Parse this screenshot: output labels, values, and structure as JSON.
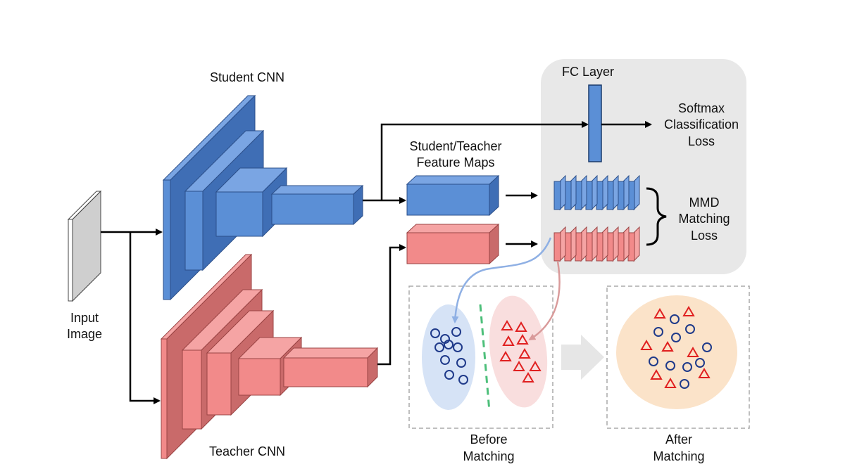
{
  "labels": {
    "student_cnn": "Student CNN",
    "teacher_cnn": "Teacher CNN",
    "input_line1": "Input",
    "input_line2": "Image",
    "feature_maps_line1": "Student/Teacher",
    "feature_maps_line2": "Feature Maps",
    "fc_layer": "FC Layer",
    "softmax_line1": "Softmax",
    "softmax_line2": "Classification",
    "softmax_line3": "Loss",
    "mmd_line1": "MMD",
    "mmd_line2": "Matching",
    "mmd_line3": "Loss",
    "before_line1": "Before",
    "before_line2": "Matching",
    "after_line1": "After",
    "after_line2": "Matching"
  },
  "colors": {
    "student_front": "#5b8fd6",
    "student_top": "#7aa5e3",
    "student_side": "#3f6eb5",
    "teacher_front": "#f28a8a",
    "teacher_top": "#f5a4a4",
    "teacher_side": "#c96a6a",
    "panel": "#e8e8e8",
    "student_cluster": "#d6e3f6",
    "teacher_cluster": "#f9dede",
    "merged_cluster": "#fbe3c9",
    "circle_marker": "#1f3a8a",
    "triangle_marker": "#e02020",
    "separator": "#4dbf7a"
  }
}
